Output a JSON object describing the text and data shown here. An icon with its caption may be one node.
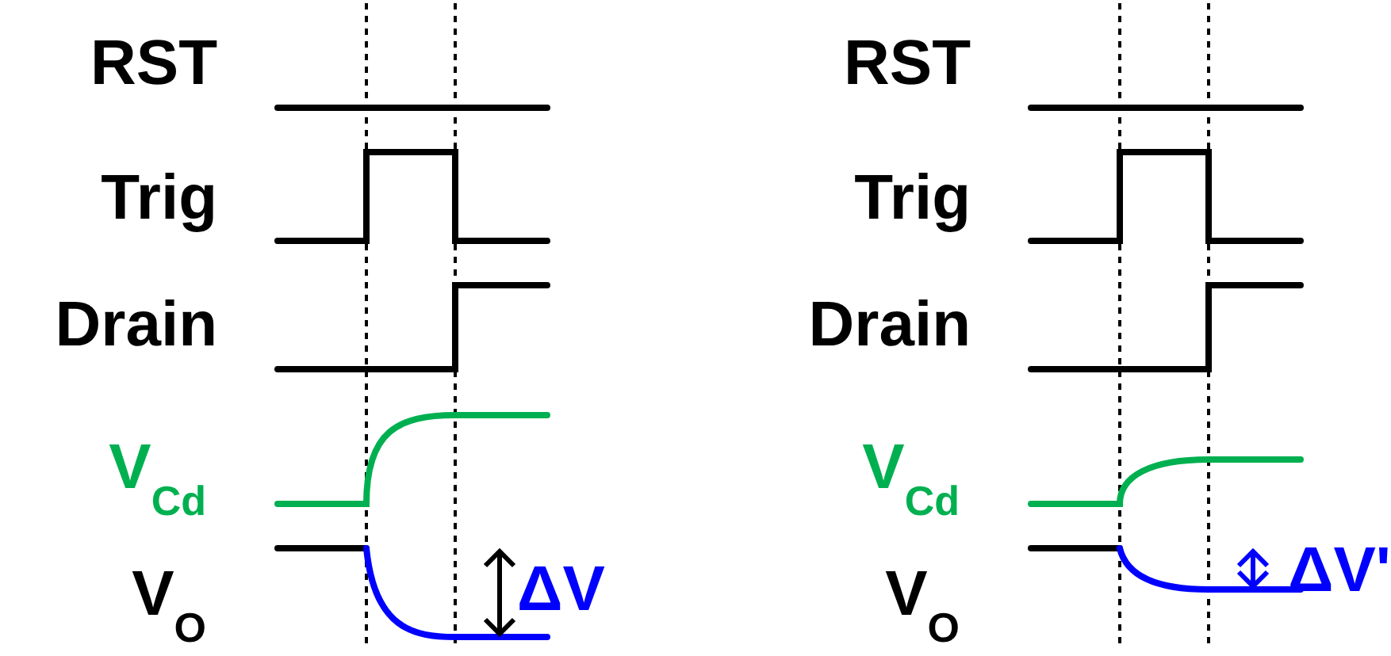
{
  "diagram": {
    "labels": [
      "RST",
      "Trig",
      "Drain",
      "V$_{Cd}$",
      "V$_{O}$",
      "ΔV",
      "RST",
      "Trig",
      "Drain",
      "V$_{Cd}$",
      "V$_{O}$",
      "ΔV'"
    ]
  }
}
